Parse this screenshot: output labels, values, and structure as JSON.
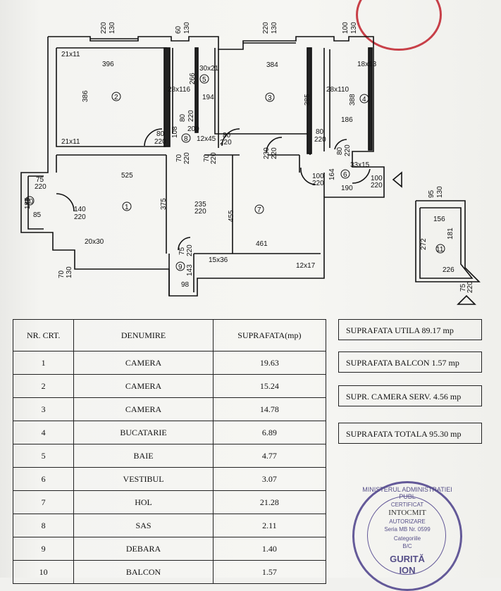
{
  "plan": {
    "dims_top": [
      "220",
      "130",
      "60",
      "130",
      "220",
      "130",
      "100",
      "130"
    ],
    "room_labels": [
      "21x11",
      "396",
      "386",
      "21x11",
      "266",
      "30x21",
      "194",
      "28x116",
      "384",
      "385",
      "28x110",
      "388",
      "18x13",
      "186",
      "80",
      "220",
      "108",
      "200",
      "80",
      "220",
      "12x45",
      "80",
      "220",
      "525",
      "70",
      "220",
      "70",
      "220",
      "230",
      "220",
      "80",
      "220",
      "164",
      "80",
      "220",
      "33x15",
      "100",
      "220",
      "190",
      "100",
      "220",
      "75",
      "220",
      "185",
      "85",
      "140",
      "220",
      "375",
      "235",
      "220",
      "455",
      "461",
      "20x30",
      "75",
      "220",
      "143",
      "15x36",
      "98",
      "12x17",
      "70",
      "130",
      "95",
      "130",
      "156",
      "181",
      "272",
      "226",
      "75",
      "220"
    ],
    "room_numbers": [
      "1",
      "2",
      "3",
      "4",
      "5",
      "6",
      "7",
      "8",
      "9",
      "10",
      "11"
    ]
  },
  "table": {
    "headers": [
      "NR. CRT.",
      "DENUMIRE",
      "SUPRAFATA(mp)"
    ],
    "rows": [
      [
        "1",
        "CAMERA",
        "19.63"
      ],
      [
        "2",
        "CAMERA",
        "15.24"
      ],
      [
        "3",
        "CAMERA",
        "14.78"
      ],
      [
        "4",
        "BUCATARIE",
        "6.89"
      ],
      [
        "5",
        "BAIE",
        "4.77"
      ],
      [
        "6",
        "VESTIBUL",
        "3.07"
      ],
      [
        "7",
        "HOL",
        "21.28"
      ],
      [
        "8",
        "SAS",
        "2.11"
      ],
      [
        "9",
        "DEBARA",
        "1.40"
      ],
      [
        "10",
        "BALCON",
        "1.57"
      ]
    ]
  },
  "summary": [
    "SUPRAFATA UTILA  89.17 mp",
    "SUPRAFATA  BALCON  1.57 mp",
    "SUPR. CAMERA SERV.  4.56 mp",
    "SUPRAFATA  TOTALA  95.30 mp"
  ],
  "stamp": {
    "ring": "MINISTERUL ADMINISTRATIEI PUBL",
    "line1": "CERTIFICAT",
    "line2": "INTOCMIT",
    "line3": "AUTORIZARE",
    "line4": "Seria MB Nr. 0599",
    "line5": "Categoriile",
    "line6": "B/C",
    "line7": "GURITĂ",
    "line8": "ION"
  },
  "colors": {
    "stamp_red": "#c0202a",
    "stamp_blue": "#4b3f8a"
  }
}
